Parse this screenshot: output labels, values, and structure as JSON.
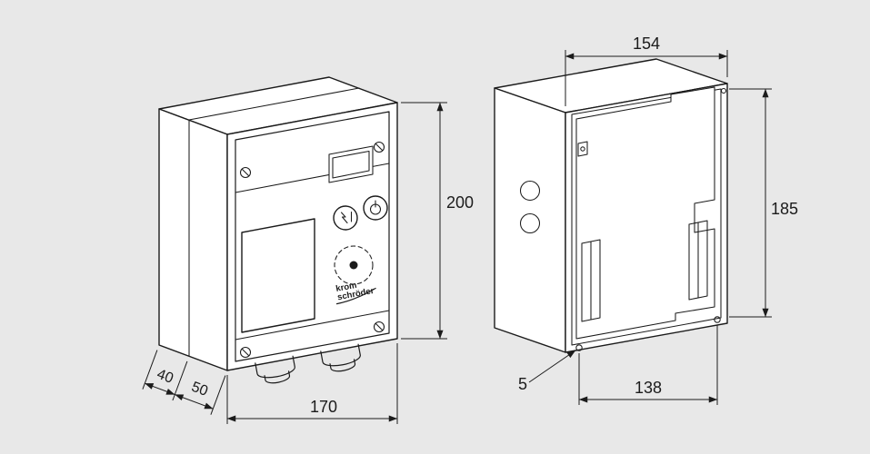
{
  "colors": {
    "background": "#e8e8e8",
    "line": "#1b1b1b",
    "surface": "#ffffff"
  },
  "brand": {
    "logo_line1": "krom",
    "logo_line2": "schröder"
  },
  "front_view": {
    "height_mm": "200",
    "width_mm": "170",
    "rear_depth_mm": "40",
    "door_depth_mm": "50"
  },
  "rear_view": {
    "opening_width_mm": "154",
    "opening_height_mm": "185",
    "mounting_hole_spacing_mm": "138",
    "mounting_hole_diameter_mm": "5"
  }
}
